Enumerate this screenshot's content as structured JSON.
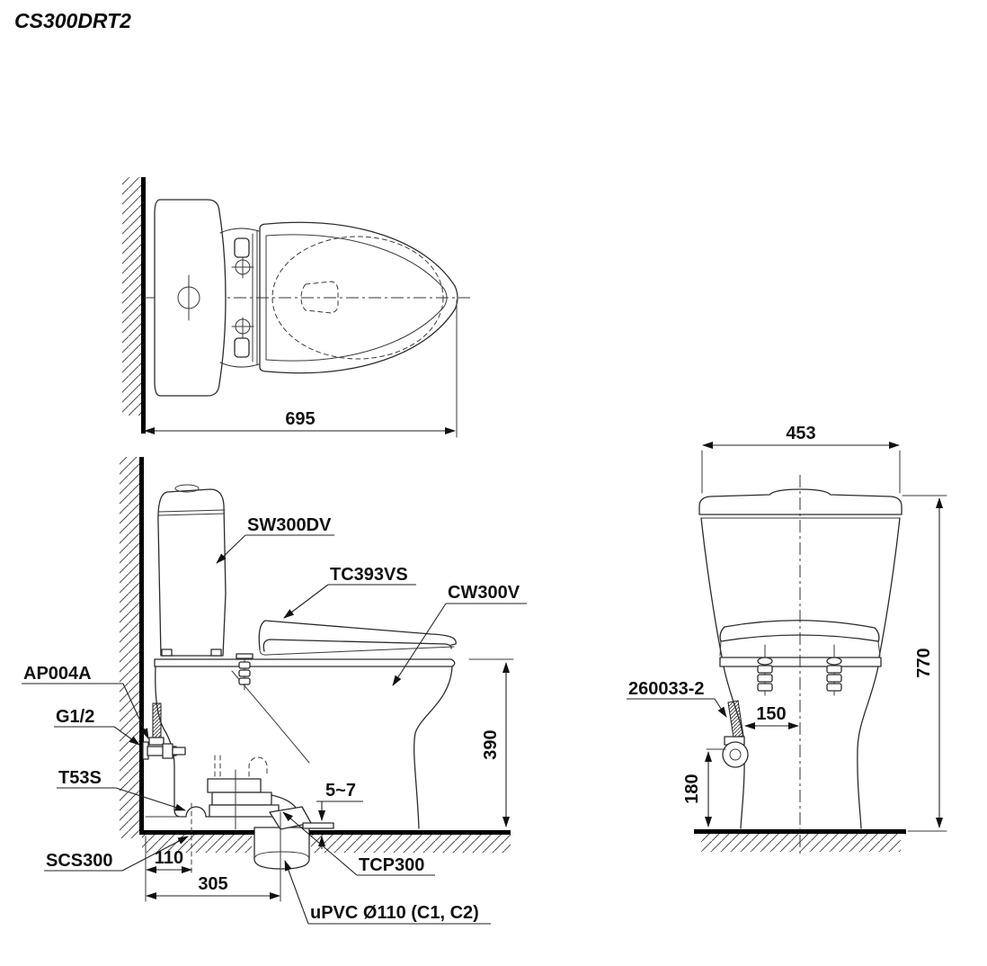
{
  "title": "CS300DRT2",
  "drawing": {
    "top_view": {
      "dims": {
        "overall_depth": "695"
      }
    },
    "side_view": {
      "labels": {
        "cistern": "SW300DV",
        "seat": "TC393VS",
        "bowl": "CW300V",
        "fill_valve": "AP004A",
        "water_inlet": "G1/2",
        "stop_valve": "T53S",
        "connector": "SCS300",
        "outlet_socket": "TCP300",
        "drain_pipe": "uPVC Ø110 (C1, C2)"
      },
      "dims": {
        "rim_height": "390",
        "floor_gap": "5~7",
        "inlet_offset": "110",
        "outlet_offset": "305"
      }
    },
    "front_view": {
      "labels": {
        "angle_valve": "260033-2"
      },
      "dims": {
        "overall_width": "453",
        "overall_height": "770",
        "valve_to_centerline": "150",
        "valve_height": "180"
      }
    }
  }
}
